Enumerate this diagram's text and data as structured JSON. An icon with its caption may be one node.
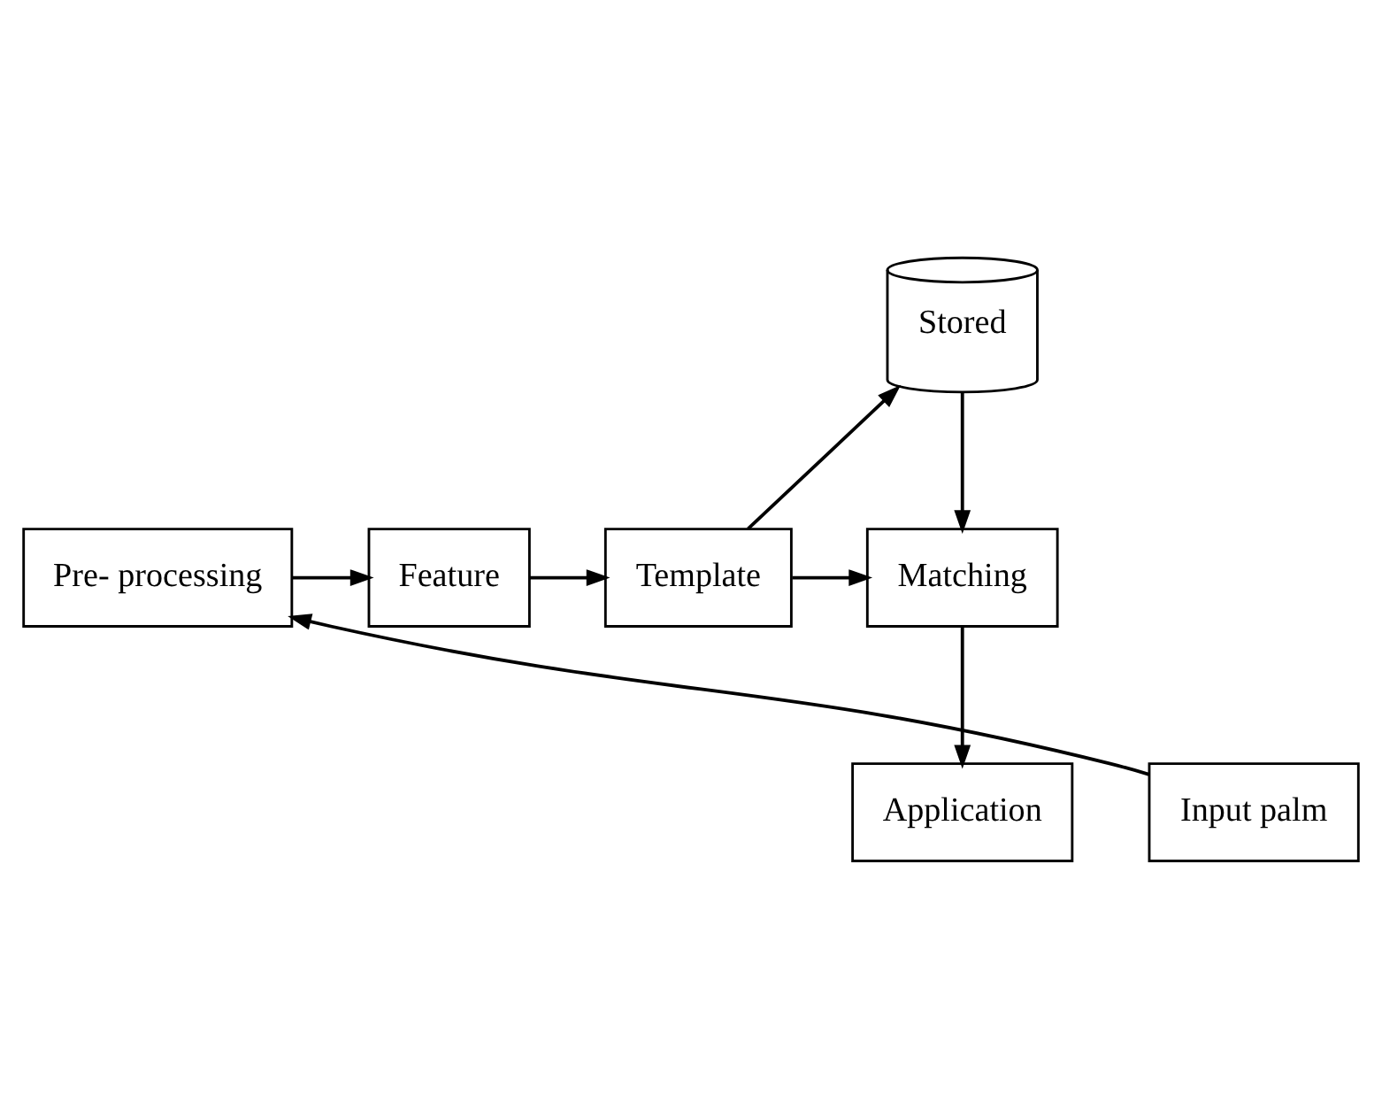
{
  "diagram": {
    "nodes": [
      {
        "text": [
          "Stored"
        ]
      },
      {
        "text": [
          "Pre- processing"
        ]
      },
      {
        "text": [
          "Feature"
        ]
      },
      {
        "text": [
          "Template"
        ]
      },
      {
        "text": [
          "Matching"
        ]
      },
      {
        "text": [
          "Input palm"
        ]
      },
      {
        "text": [
          "Application"
        ]
      }
    ],
    "edges": [
      {
        "from": 5,
        "to": 1,
        "arrow": "to"
      },
      {
        "from": 1,
        "to": 2,
        "arrow": "to"
      },
      {
        "from": 2,
        "to": 3,
        "arrow": "to"
      },
      {
        "from": 3,
        "to": 0,
        "arrow": "to"
      },
      {
        "from": 0,
        "to": 4,
        "arrow": "to"
      },
      {
        "from": 3,
        "to": 4,
        "arrow": "to"
      },
      {
        "from": 4,
        "to": 6,
        "arrow": "to"
      }
    ]
  }
}
